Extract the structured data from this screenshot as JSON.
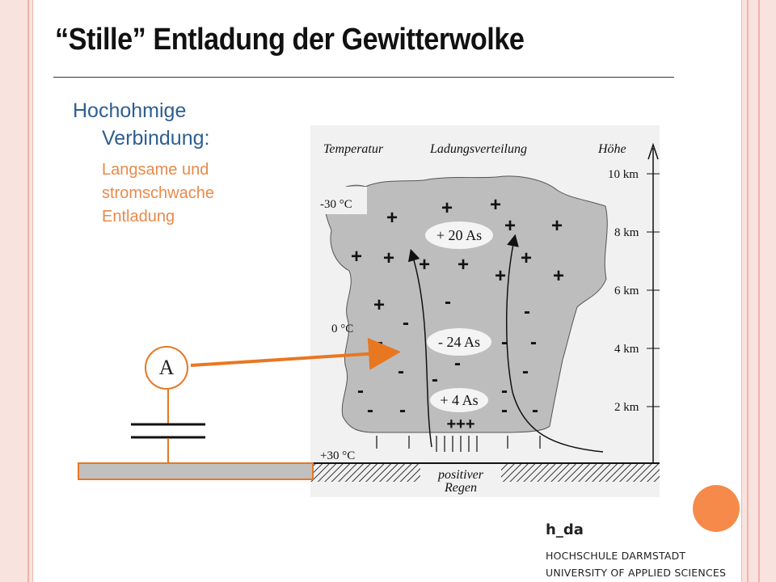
{
  "slide": {
    "title": "“Stille” Entladung der Gewitterwolke",
    "bullet_level1_line1": "Hochohmige",
    "bullet_level1_line2": "Verbindung:",
    "bullet_level2_lines": [
      "Langsame und",
      "stromschwache",
      "Entladung"
    ]
  },
  "circuit": {
    "meter_label": "A"
  },
  "diagram": {
    "header_temperature": "Temperatur",
    "header_charge": "Ladungsverteilung",
    "header_height": "Höhe",
    "temp_top": "-30 °C",
    "temp_mid": "0 °C",
    "temp_bottom": "+30 °C",
    "height_labels": [
      "10 km",
      "8 km",
      "6 km",
      "4 km",
      "2 km"
    ],
    "charge_top": "+ 20 As",
    "charge_mid": "- 24 As",
    "charge_low": "+ 4 As",
    "charge_ground": "+++",
    "rain_label_line1": "positiver",
    "rain_label_line2": "Regen"
  },
  "logo": {
    "mark": "h_da",
    "line1": "HOCHSCHULE DARMSTADT",
    "line2": "UNIVERSITY OF APPLIED SCIENCES"
  },
  "colors": {
    "accent_orange": "#e87722",
    "title_blue": "#2e5f8f",
    "sub_orange": "#e88a4a"
  }
}
